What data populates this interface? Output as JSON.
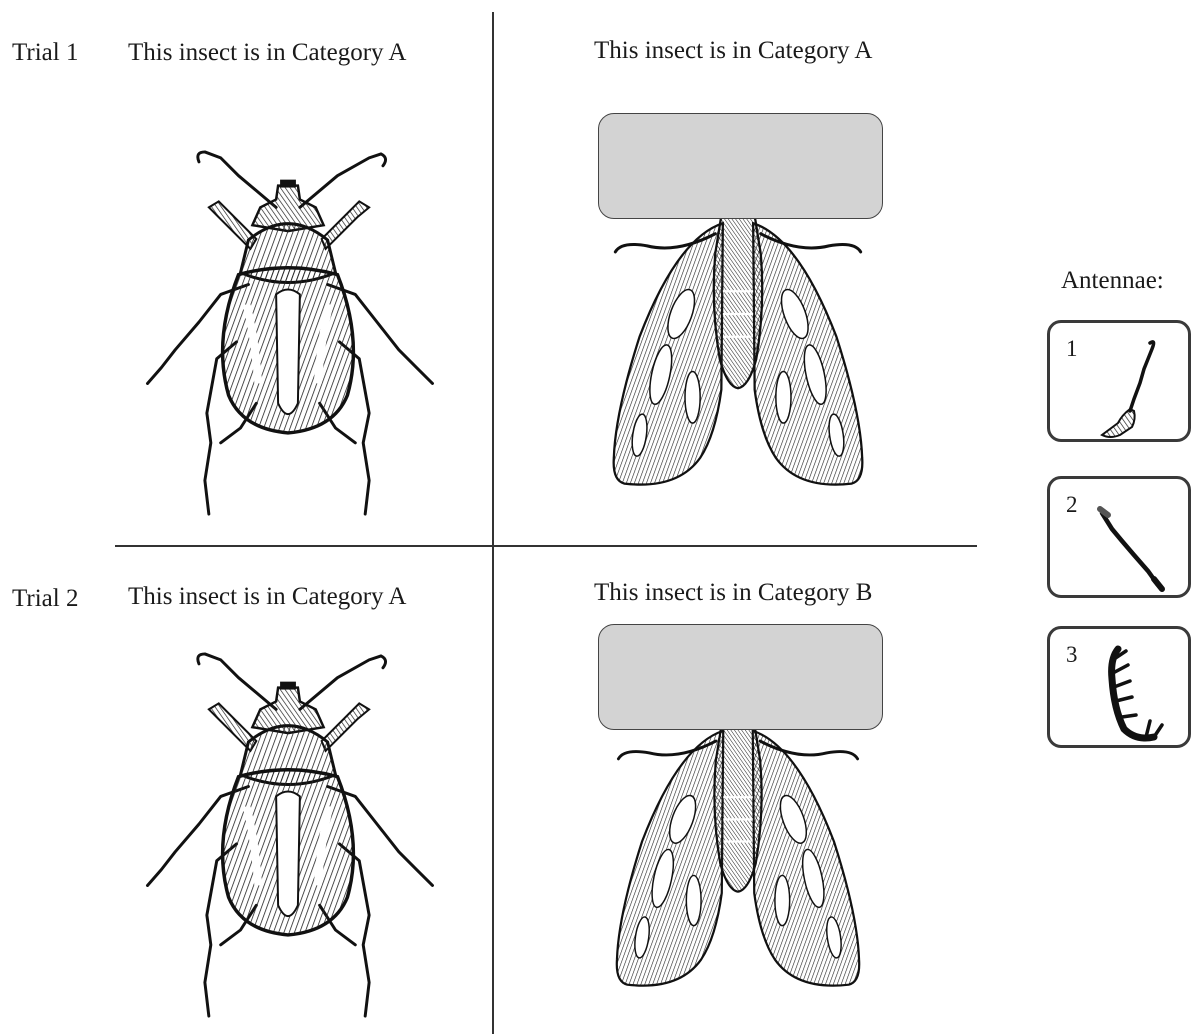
{
  "trials": [
    {
      "label": "Trial 1",
      "left_caption": "This insect is in Category A",
      "right_caption": "This insect is in Category A",
      "left_insect": "beetle",
      "right_insect": "moth"
    },
    {
      "label": "Trial 2",
      "left_caption": "This insect is in Category A",
      "right_caption": "This insect is in Category B",
      "left_insect": "beetle",
      "right_insect": "moth"
    }
  ],
  "antennae": {
    "title": "Antennae:",
    "options": [
      {
        "number": "1",
        "type": "clubbed-antenna"
      },
      {
        "number": "2",
        "type": "filiform-antenna"
      },
      {
        "number": "3",
        "type": "pectinate-antenna"
      }
    ]
  },
  "colors": {
    "cover_fill": "#d3d3d3",
    "line": "#333333",
    "box_border": "#3a3a3a"
  }
}
